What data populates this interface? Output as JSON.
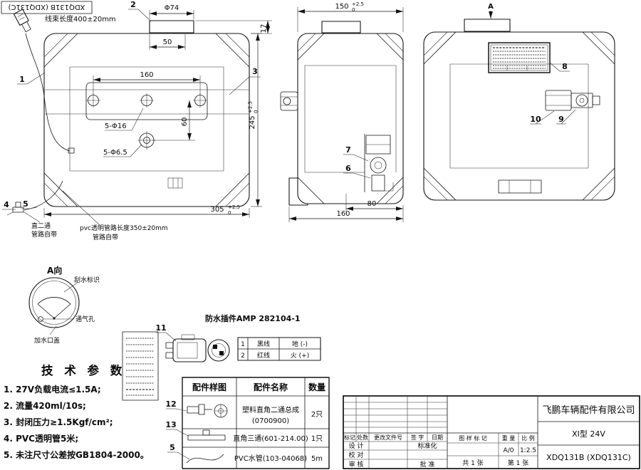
{
  "corner_title": "XDQ131B (XDQ131C)",
  "callouts": {
    "c1": "1",
    "c2": "2",
    "c3": "3",
    "c4": "4",
    "c5": "5",
    "c6": "6",
    "c7": "7",
    "c8": "8",
    "c9": "9",
    "c10": "10",
    "c11": "11",
    "c12": "12",
    "c13": "13"
  },
  "front": {
    "harness_note": "线束长度400±20mm",
    "dim_phi74": "Φ74",
    "dim_50": "50",
    "dim_17": "17",
    "dim_160": "160",
    "dim_60": "60",
    "dim_5phi16": "5-Φ16",
    "dim_5phi65": "5-Φ6.5",
    "dim_305": {
      "v": "305",
      "up": "+2.5",
      "dn": "0"
    },
    "dim_245": {
      "v": "245",
      "up": "+2.5",
      "dn": "0"
    },
    "note_fitting": "直二通",
    "note_fitting2": "管路自带",
    "note_pvc": "pvc透明管路长度350±20mm",
    "note_pvc2": "管路自带"
  },
  "side": {
    "dim_150": {
      "v": "150",
      "up": "+2.5",
      "dn": "0"
    },
    "dim_80": "80",
    "dim_160": "160"
  },
  "rear": {
    "view_arrow": "A"
  },
  "view_a": {
    "label": "A向",
    "wiper": "刮水标识",
    "vent": "通气孔",
    "filler_cap": "加水口盖"
  },
  "tech_params": {
    "title": "技 术 参 数",
    "items": [
      "1. 27V负载电流≤1.5A;",
      "2. 流量420ml/10s;",
      "3. 封闭压力≥1.5Kgf/cm²;",
      "4. PVC透明管5米;",
      "5. 未注尺寸公差按GB1804-2000。"
    ]
  },
  "connector": {
    "title": "防水插件AMP 282104-1",
    "pin_table": [
      {
        "no": "1",
        "wire": "黑线",
        "role": "地 (-)"
      },
      {
        "no": "2",
        "wire": "红线",
        "role": "火 (+)"
      }
    ]
  },
  "parts_table": {
    "headers": [
      "配件样图",
      "配件名称",
      "数量"
    ],
    "rows": [
      {
        "callout": "12",
        "name": "塑料直角二通总成",
        "name2": "(0700900)",
        "qty": "2只"
      },
      {
        "callout": "13",
        "name": "直角三通(601-214.00)",
        "name2": "",
        "qty": "1只"
      },
      {
        "callout": "5",
        "name": "PVC水管(103-04068)",
        "name2": "",
        "qty": "5m"
      }
    ]
  },
  "title_block": {
    "company": "飞鹏车辆配件有限公司",
    "model": "XI型 24V",
    "drawing_no": "XDQ131B (XDQ131C)",
    "rev_headers": {
      "mark": "标记",
      "count": "处数",
      "doc": "更改文件号",
      "sign": "签 字",
      "date": "日期"
    },
    "roles": {
      "design": "设 计",
      "standard": "标准化",
      "check": "校 对",
      "audit": "审 核",
      "approve": "批 准"
    },
    "stamp": {
      "stage": "图 样 标 记",
      "weight": "重 量",
      "scale": "比 例",
      "stage_val": "A/0",
      "scale_val": "1:2.5",
      "sheets": "共 1 张",
      "sheet_no": "第 1 张"
    }
  }
}
